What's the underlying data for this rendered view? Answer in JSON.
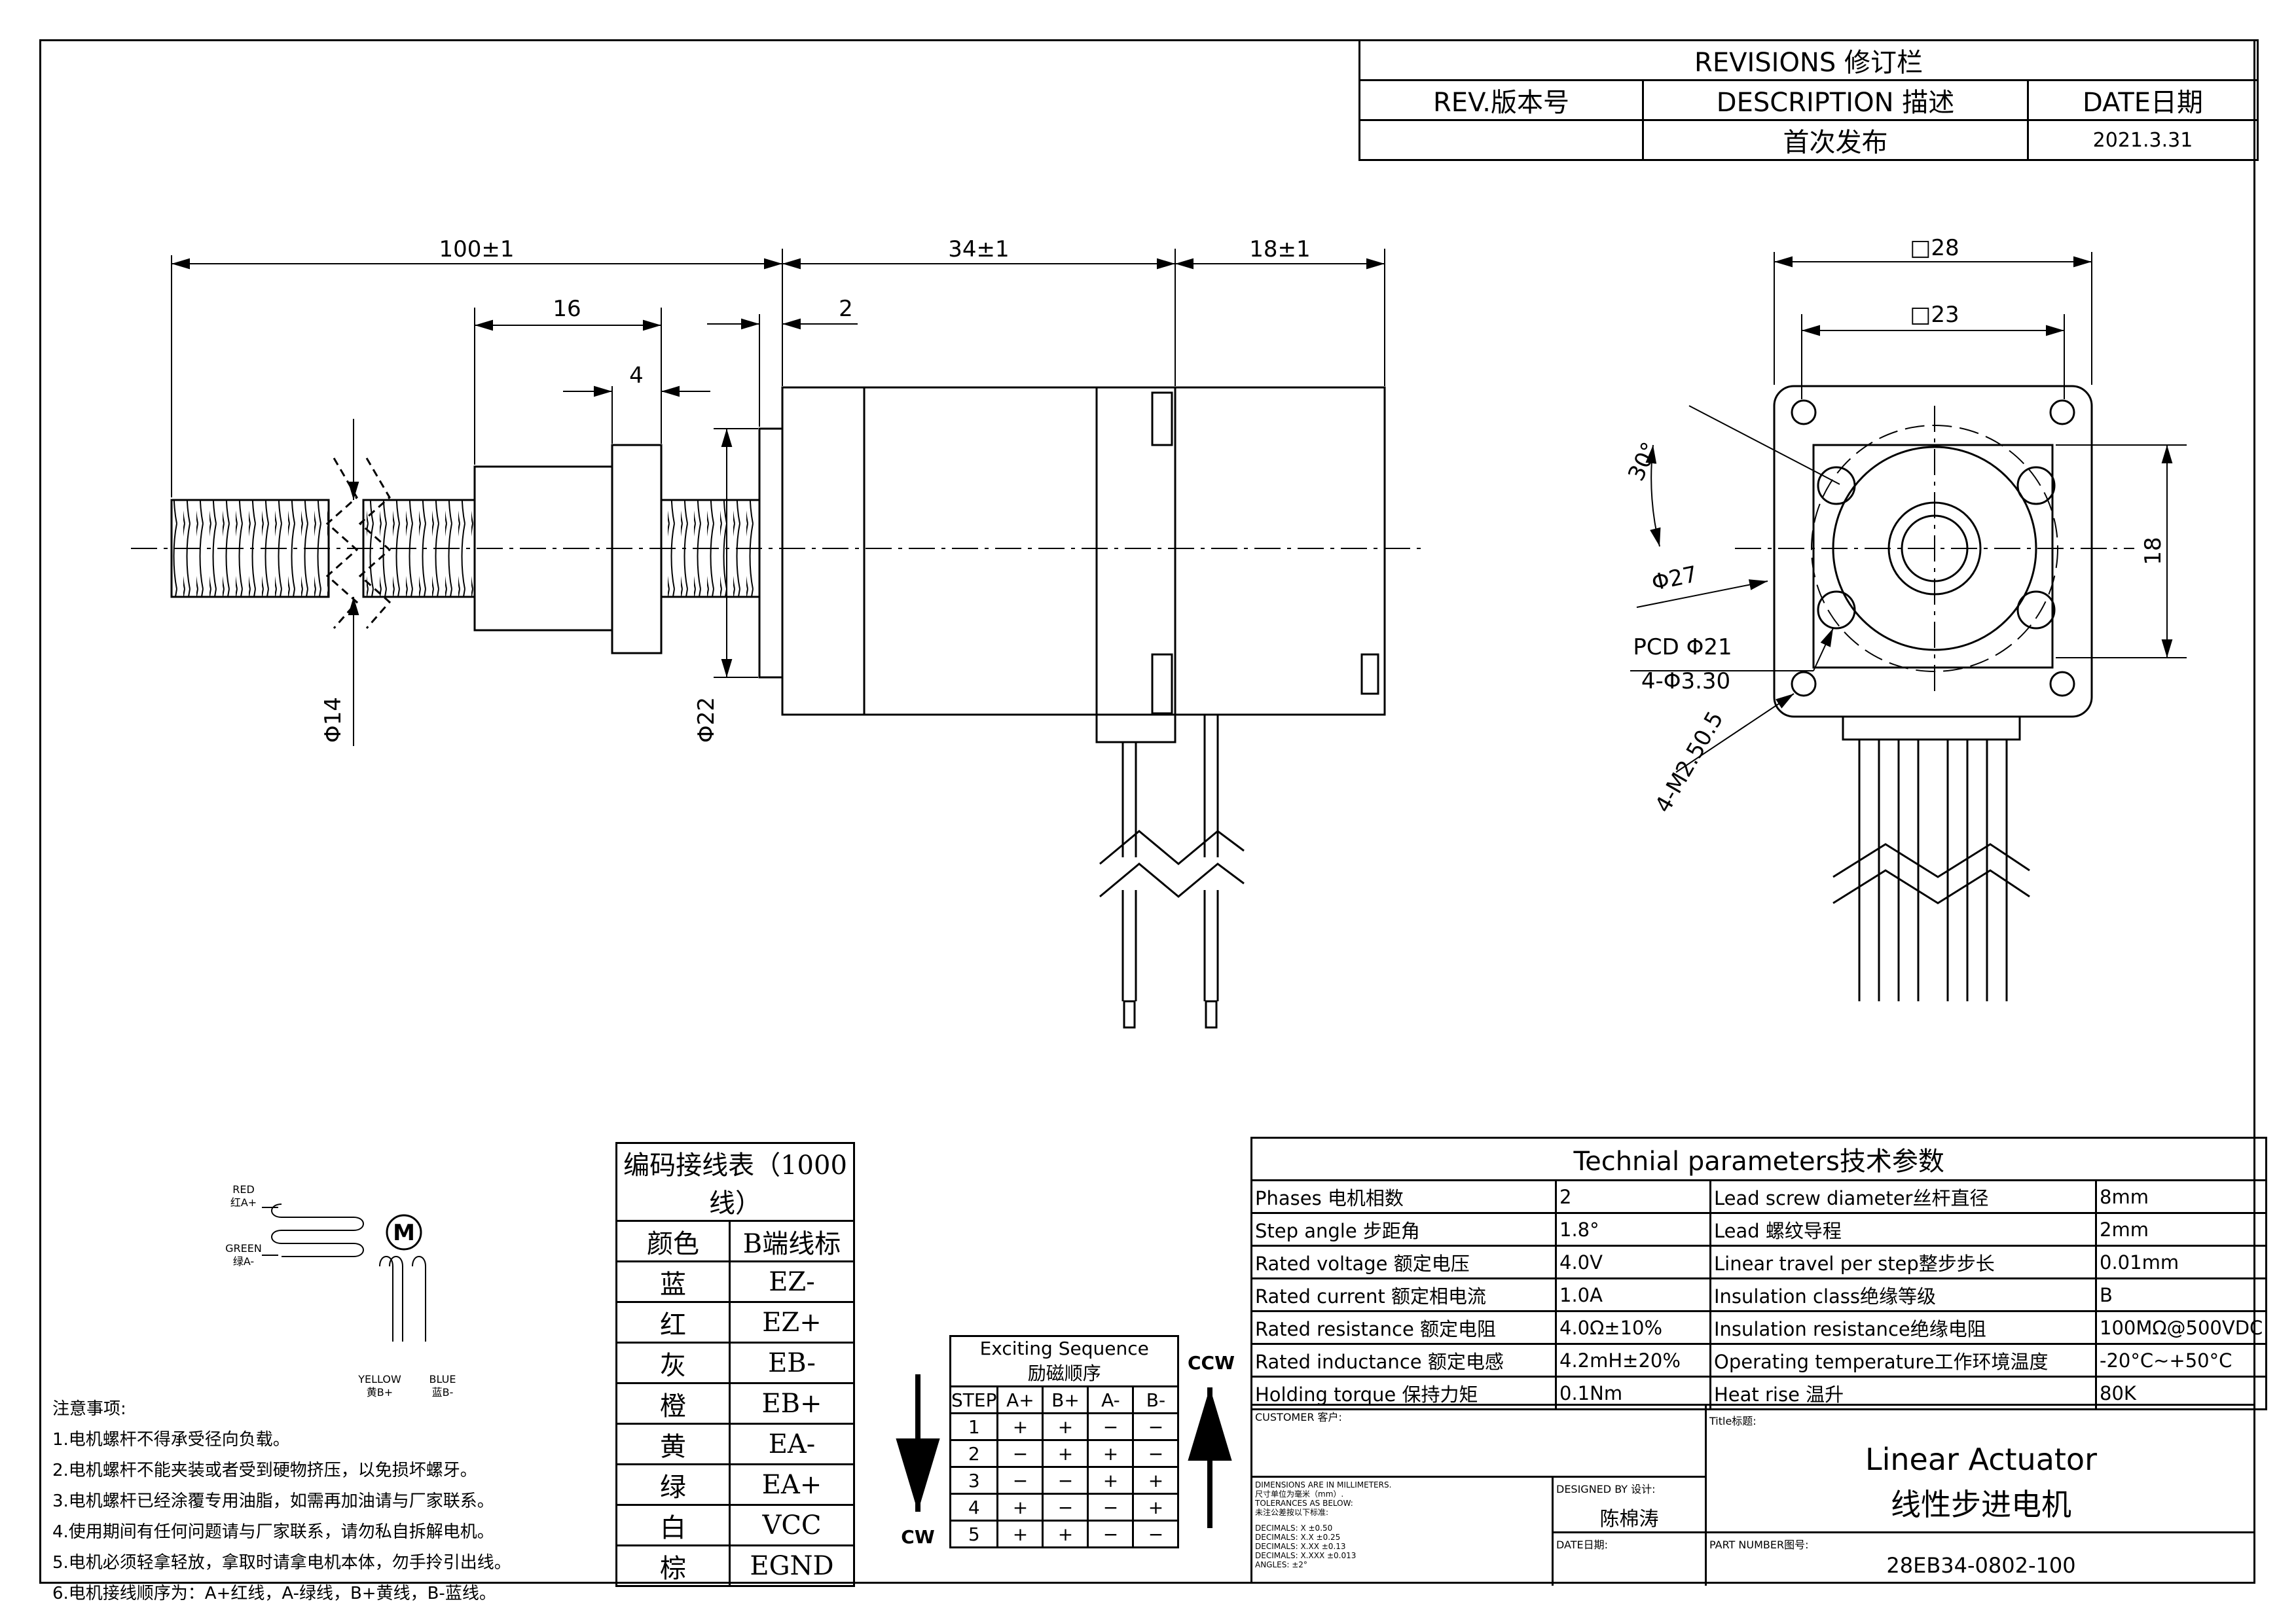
{
  "revisions": {
    "title": "REVISIONS 修订栏",
    "headers": [
      "REV.版本号",
      "DESCRIPTION 描述",
      "DATE日期"
    ],
    "rows": [
      [
        "",
        "首次发布",
        "2021.3.31"
      ]
    ]
  },
  "dimensions": {
    "overall_screw": "100±1",
    "nut_length": "16",
    "flange": "4",
    "shoulder": "2",
    "body": "34±1",
    "rear": "18±1",
    "screw_dia": "Φ14",
    "nut_dia": "Φ22",
    "square_outer": "□28",
    "square_inner": "□23",
    "angle": "30°",
    "boss_dia": "Φ27",
    "pcd": "PCD Φ21",
    "holes": "4-Φ3.30",
    "threads": "4-M2.50.5",
    "height": "18"
  },
  "wiring": {
    "red": "RED",
    "red_cn": "红A+",
    "green": "GREEN",
    "green_cn": "绿A-",
    "yellow": "YELLOW",
    "yellow_cn": "黄B+",
    "blue": "BLUE",
    "blue_cn": "蓝B-",
    "motor": "M"
  },
  "notes": {
    "title": "注意事项:",
    "items": [
      "1.电机螺杆不得承受径向负载。",
      "2.电机螺杆不能夹装或者受到硬物挤压，以免损坏螺牙。",
      "3.电机螺杆已经涂覆专用油脂，如需再加油请与厂家联系。",
      "4.使用期间有任何问题请与厂家联系，请勿私自拆解电机。",
      "5.电机必须轻拿轻放，拿取时请拿电机本体，勿手拎引出线。",
      "6.电机接线顺序为：A+红线，A-绿线，B+黄线，B-蓝线。"
    ]
  },
  "encoder": {
    "title": "编码接线表（1000线）",
    "headers": [
      "颜色",
      "B端线标"
    ],
    "rows": [
      [
        "蓝",
        "EZ-"
      ],
      [
        "红",
        "EZ+"
      ],
      [
        "灰",
        "EB-"
      ],
      [
        "橙",
        "EB+"
      ],
      [
        "黄",
        "EA-"
      ],
      [
        "绿",
        "EA+"
      ],
      [
        "白",
        "VCC"
      ],
      [
        "棕",
        "EGND"
      ]
    ]
  },
  "sequence": {
    "title": "Exciting Sequence",
    "title_cn": "励磁顺序",
    "headers": [
      "STEP",
      "A+",
      "B+",
      "A-",
      "B-"
    ],
    "rows": [
      [
        "1",
        "+",
        "+",
        "−",
        "−"
      ],
      [
        "2",
        "−",
        "+",
        "+",
        "−"
      ],
      [
        "3",
        "−",
        "−",
        "+",
        "+"
      ],
      [
        "4",
        "+",
        "−",
        "−",
        "+"
      ],
      [
        "5",
        "+",
        "+",
        "−",
        "−"
      ]
    ],
    "cw": "CW",
    "ccw": "CCW"
  },
  "tech": {
    "title": "Technial parameters技术参数",
    "rows": [
      [
        "Phases 电机相数",
        "2",
        "Lead screw diameter丝杆直径",
        "8mm"
      ],
      [
        "Step angle 步距角",
        "1.8°",
        "Lead 螺纹导程",
        "2mm"
      ],
      [
        "Rated voltage 额定电压",
        "4.0V",
        "Linear travel per step整步步长",
        "0.01mm"
      ],
      [
        "Rated current 额定相电流",
        "1.0A",
        "Insulation class绝缘等级",
        "B"
      ],
      [
        "Rated resistance 额定电阻",
        "4.0Ω±10%",
        "Insulation resistance绝缘电阻",
        "100MΩ@500VDC"
      ],
      [
        "Rated inductance 额定电感",
        "4.2mH±20%",
        "Operating temperature工作环境温度",
        "-20°C~+50°C"
      ],
      [
        "Holding torque 保持力矩",
        "0.1Nm",
        "Heat rise 温升",
        "80K"
      ]
    ]
  },
  "title_block": {
    "customer_label": "CUSTOMER 客户:",
    "title_label": "Title标题:",
    "title_en": "Linear Actuator",
    "title_cn": "线性步进电机",
    "dims_note": [
      "DIMENSIONS ARE IN MILLIMETERS.",
      "尺寸单位为毫米（mm）.",
      "TOLERANCES AS BELOW:",
      "未注公差按以下标准:"
    ],
    "decimals": [
      "DECIMALS: X    ±0.50",
      "DECIMALS: X.X   ±0.25",
      "DECIMALS: X.XX  ±0.13",
      "DECIMALS: X.XXX ±0.013",
      "ANGLES:  ±2°"
    ],
    "designed_label": "DESIGNED BY 设计:",
    "designer": "陈棉涛",
    "date_label": "DATE日期:",
    "part_label": "PART NUMBER图号:",
    "part_number": "28EB34-0802-100"
  }
}
